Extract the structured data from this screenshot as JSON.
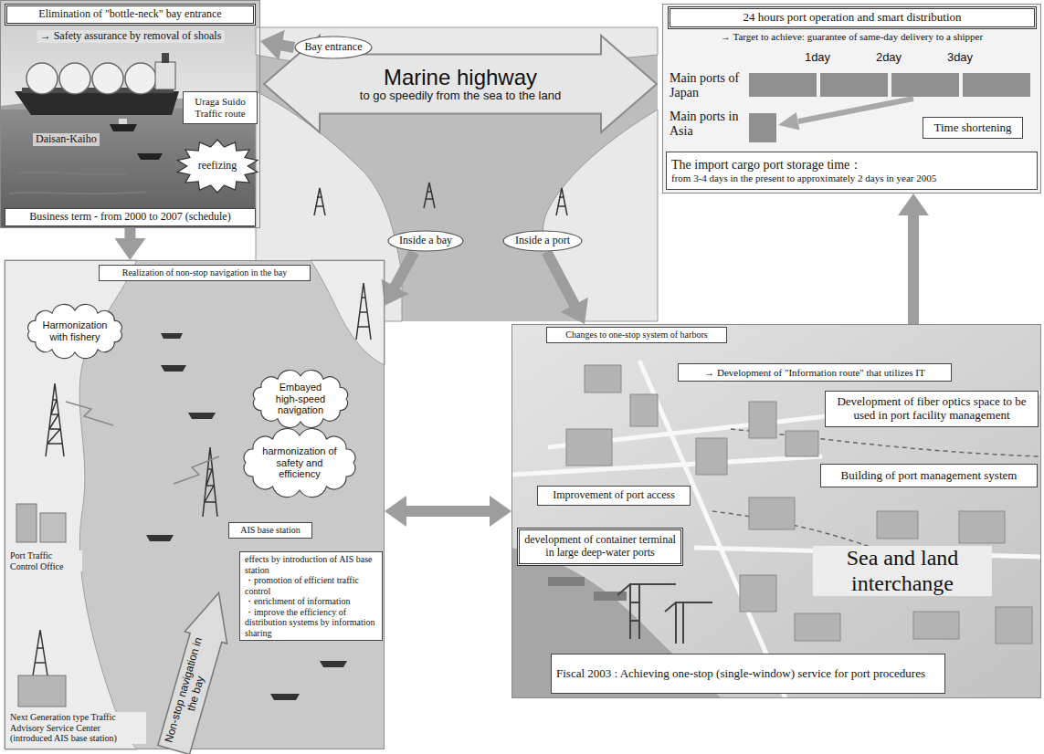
{
  "diagram": {
    "nodes": [
      {
        "text": [
          "→ Safety assurance by removal of shoals"
        ]
      },
      {
        "text": [
          "Elimination of \"bottle-neck\" bay entrance"
        ],
        "in": 0
      },
      {
        "text": [
          "Uraga Suido Traffic route"
        ],
        "in": 0
      },
      {
        "text": [
          "reefizing"
        ],
        "in": 0
      },
      {
        "text": [
          "Business term - from 2000 to 2007 (schedule)"
        ],
        "in": 0
      },
      {
        "text": [
          "Marine highway",
          "to go speedily from the sea to the land"
        ]
      },
      {
        "text": [
          "Bay entrance"
        ]
      },
      {
        "text": [
          "Inside a bay"
        ]
      },
      {
        "text": [
          "Inside a port"
        ]
      },
      {
        "text": [
          "→ Target to achieve: guarantee of same-day delivery to a shipper"
        ]
      },
      {
        "text": [
          "24 hours port operation and smart distribution"
        ],
        "in": 9
      },
      {
        "text": [
          "Time shortening"
        ],
        "in": 9
      },
      {
        "text": [
          "The import cargo port storage time：",
          "from 3-4 days in the present to approximately 2 days in year 2005"
        ],
        "in": 9
      },
      {
        "text": [
          "Port Traffic Control Office",
          "Next Generation type Traffic Advisory Service Center (introduced AIS base station)"
        ]
      },
      {
        "text": [
          "Realization of non-stop navigation in the bay"
        ],
        "in": 13
      },
      {
        "text": [
          "Harmonization with fishery"
        ],
        "in": 13
      },
      {
        "text": [
          "Embayed high-speed navigation"
        ],
        "in": 13
      },
      {
        "text": [
          "harmonization of safety and efficiency"
        ],
        "in": 13
      },
      {
        "text": [
          "AIS base station"
        ],
        "in": 13
      },
      {
        "text": [
          "effects by introduction of AIS base station",
          "・promotion of efficient traffic control",
          "・enrichment of information",
          "・improve the efficiency of distribution systems by information sharing"
        ],
        "in": 13
      },
      {
        "text": [
          "Non-stop navigation in the bay"
        ],
        "in": 13
      },
      {
        "text": [
          "Sea and land interchange"
        ]
      },
      {
        "text": [
          "Changes to one-stop system of harbors"
        ],
        "in": 21
      },
      {
        "text": [
          "→ Development of \"Information route\" that utilizes IT"
        ],
        "in": 21
      },
      {
        "text": [
          "Development of fiber optics space to be used in port facility management"
        ],
        "in": 21
      },
      {
        "text": [
          "Building of port management system"
        ],
        "in": 21
      },
      {
        "text": [
          "Improvement of port access"
        ],
        "in": 21
      },
      {
        "text": [
          "development of container terminal in large deep-water ports"
        ],
        "in": 21
      },
      {
        "text": [
          "Fiscal 2003 : Achieving one-stop (single-window) service for port procedures"
        ],
        "in": 21
      }
    ],
    "edges": [
      {
        "from": 6,
        "to": 0,
        "arrow": "to"
      },
      {
        "from": 0,
        "to": 13,
        "arrow": "to"
      },
      {
        "from": 7,
        "to": 13,
        "arrow": "to"
      },
      {
        "from": 8,
        "to": 21,
        "arrow": "to"
      },
      {
        "from": 13,
        "to": 21,
        "arrow": "both"
      },
      {
        "from": 21,
        "to": 9,
        "arrow": "to"
      }
    ],
    "labels": [
      "Daisan-Kaiho",
      "1day",
      "2day",
      "3day",
      "Main ports of Japan",
      "Main ports in Asia"
    ]
  }
}
